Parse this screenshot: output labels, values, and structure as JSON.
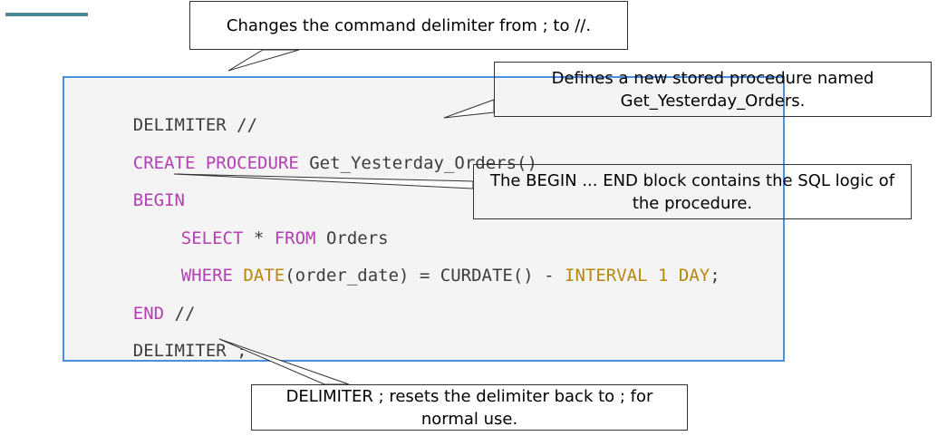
{
  "code": {
    "line1": [
      "DELIMITER //"
    ],
    "line2": [
      "CREATE PROCEDURE",
      " Get_Yesterday_Orders()"
    ],
    "line3": [
      "BEGIN"
    ],
    "line4": [
      "SELECT",
      " * ",
      "FROM",
      " Orders"
    ],
    "line5": [
      "WHERE",
      " ",
      "DATE",
      "(order_date) = CURDATE() - ",
      "INTERVAL",
      " ",
      "1",
      " ",
      "DAY",
      ";"
    ],
    "line6": [
      "END",
      " //"
    ],
    "line7": [
      "DELIMITER ;"
    ]
  },
  "callouts": {
    "delimiter_change": "Changes the command delimiter from ; to //.",
    "create_procedure": "Defines a new stored procedure named Get_Yesterday_Orders.",
    "begin_end": "The BEGIN ... END block contains the SQL logic of the procedure.",
    "delimiter_reset": "DELIMITER ; resets the delimiter back to ; for normal use."
  },
  "colors": {
    "accent": "#4a8a95",
    "panel_border": "#4a90e2",
    "keyword": "#b23fb3",
    "function": "#b8860b",
    "plain_code": "#3d3d3d"
  }
}
